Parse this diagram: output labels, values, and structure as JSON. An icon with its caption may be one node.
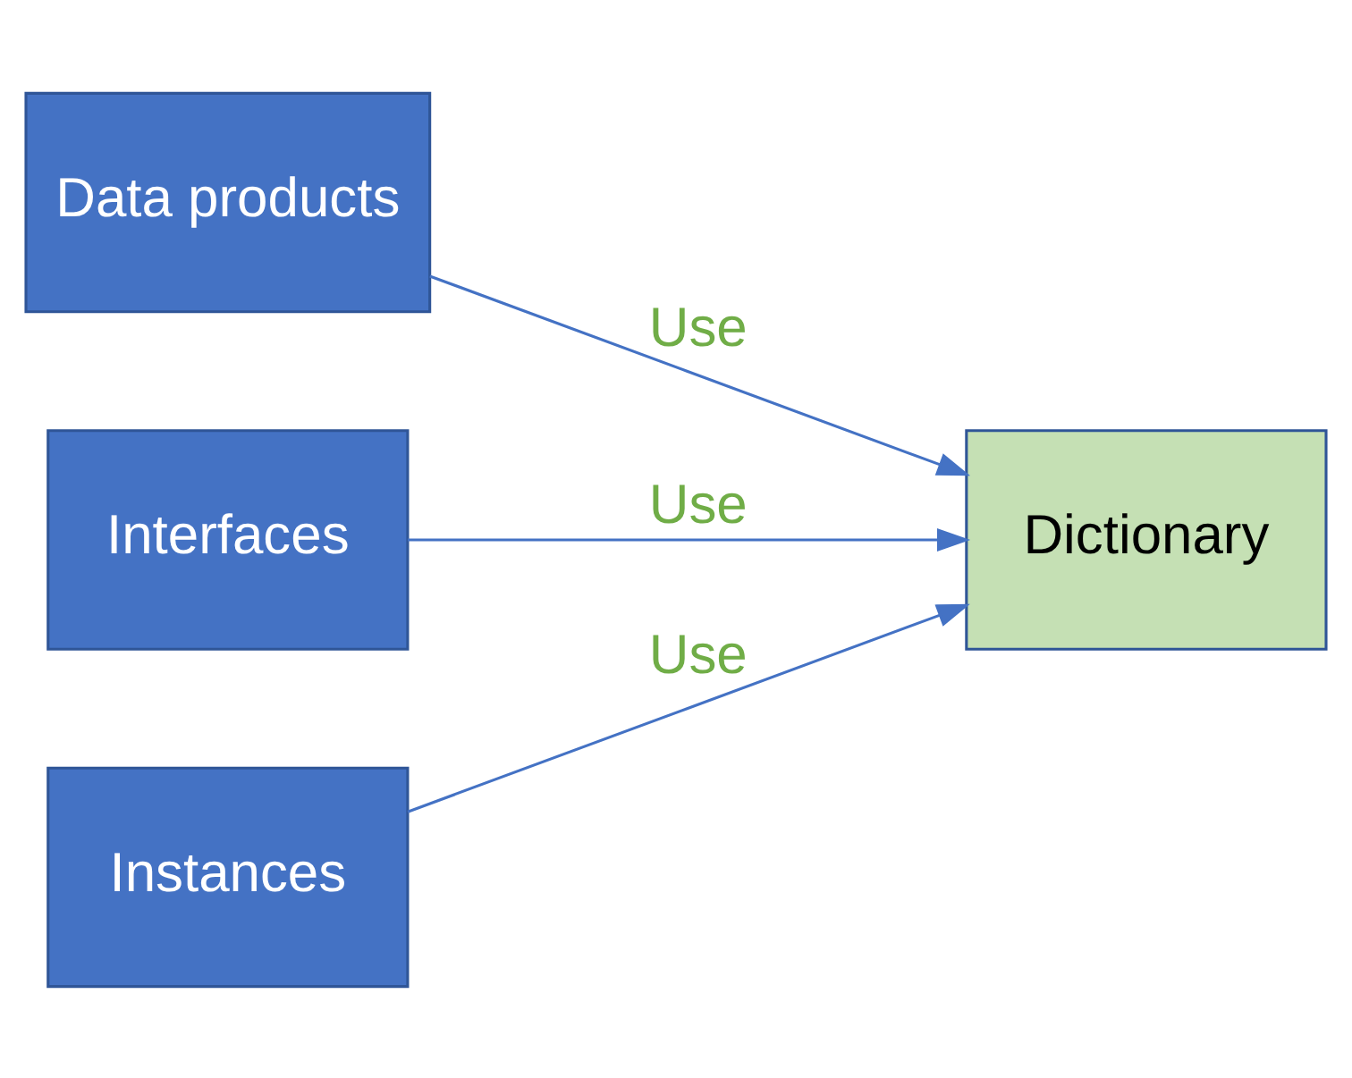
{
  "diagram": {
    "nodes": [
      {
        "text": [
          "Data products"
        ]
      },
      {
        "text": [
          "Interfaces"
        ]
      },
      {
        "text": [
          "Instances"
        ]
      },
      {
        "text": [
          "Dictionary"
        ]
      }
    ],
    "edges": [
      {
        "from": 0,
        "to": 3,
        "arrow": "to",
        "label": "Use"
      },
      {
        "from": 1,
        "to": 3,
        "arrow": "to",
        "label": "Use"
      },
      {
        "from": 2,
        "to": 3,
        "arrow": "to",
        "label": "Use"
      }
    ]
  }
}
